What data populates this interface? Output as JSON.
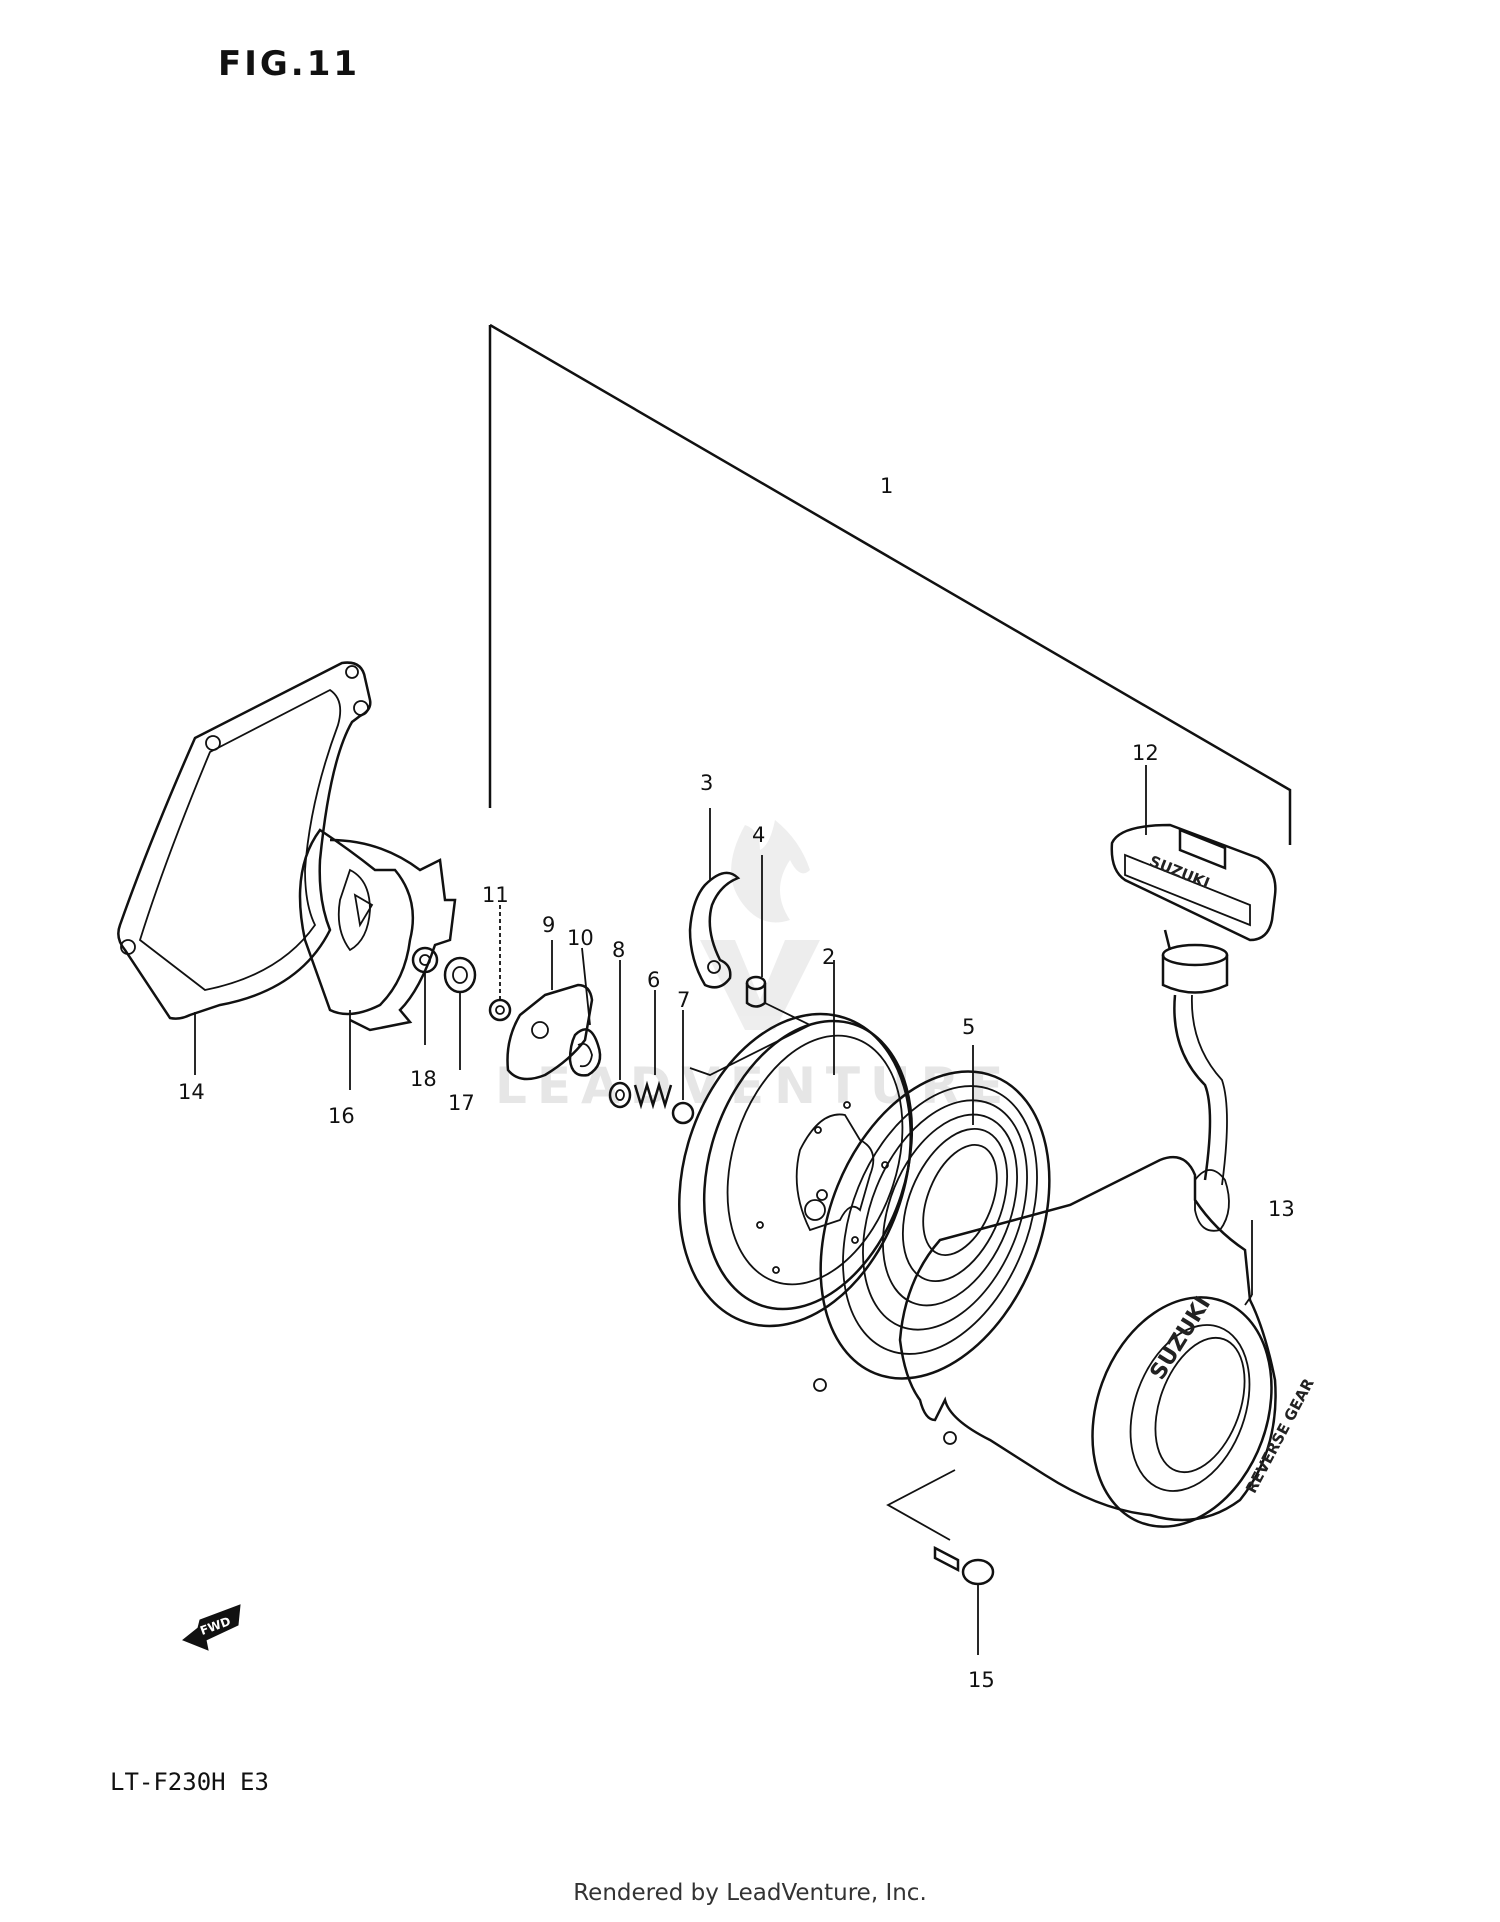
{
  "figure": {
    "title": "FIG.11"
  },
  "model": {
    "code": "LT-F230H  E3"
  },
  "footer": {
    "rendered_by": "Rendered by LeadVenture, Inc."
  },
  "watermark": {
    "text": "LEADVENTURE"
  },
  "callouts": [
    "1",
    "2",
    "3",
    "4",
    "5",
    "6",
    "7",
    "8",
    "9",
    "10",
    "11",
    "12",
    "13",
    "14",
    "15",
    "16",
    "17",
    "18"
  ],
  "brand_text": {
    "handle": "SUZUKI",
    "cover_top": "SUZUKI",
    "cover_bottom": "REVERSE GEAR"
  },
  "fwd_arrow": {
    "label": "FWD",
    "icon": "fwd-arrow-icon"
  },
  "colors": {
    "ink": "#111111",
    "paper": "#ffffff",
    "watermark": "#e6e6e6"
  }
}
